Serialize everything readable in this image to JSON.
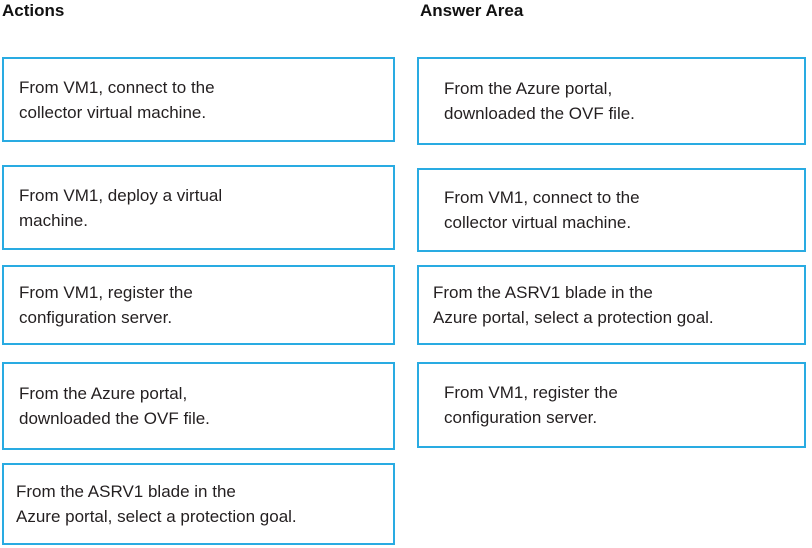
{
  "headings": {
    "actions": "Actions",
    "answer_area": "Answer Area"
  },
  "colors": {
    "tile_border": "#29abe2",
    "tile_background": "#ffffff",
    "text": "#231f20",
    "page_background": "#ffffff"
  },
  "actions": {
    "title": "Actions",
    "items": [
      {
        "text": "From VM1, connect to the\ncollector virtual machine."
      },
      {
        "text": "From VM1, deploy a virtual\nmachine."
      },
      {
        "text": "From VM1, register the\nconfiguration server."
      },
      {
        "text": "From the Azure portal,\ndownloaded the OVF file."
      },
      {
        "text": "From the ASRV1 blade in the\nAzure portal, select a protection goal."
      }
    ]
  },
  "answer_area": {
    "title": "Answer Area",
    "items": [
      {
        "text": "From the Azure portal,\ndownloaded the OVF file."
      },
      {
        "text": "From VM1, connect to the\ncollector virtual machine."
      },
      {
        "text": "From the ASRV1 blade in the\nAzure portal, select a protection goal."
      },
      {
        "text": "From VM1, register the\nconfiguration server."
      }
    ]
  }
}
